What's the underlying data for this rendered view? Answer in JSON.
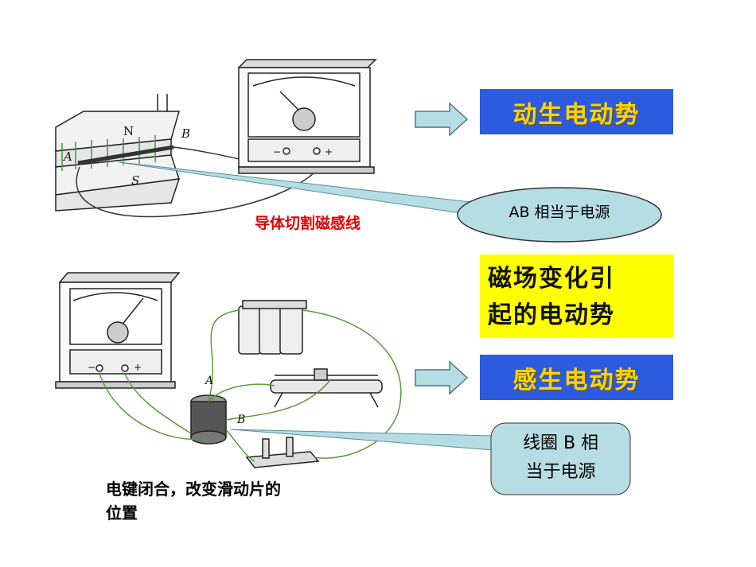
{
  "top_section": {
    "box_label": "动生电动势",
    "caption": "导体切割磁感线",
    "callout": "AB 相当于电源",
    "magnet_n": "N",
    "magnet_s": "S",
    "point_a": "A",
    "point_b": "B",
    "meter_minus": "−",
    "meter_plus": "+"
  },
  "middle_box": {
    "line1": "磁场变化引",
    "line2": "起的电动势"
  },
  "bottom_section": {
    "box_label": "感生电动势",
    "caption_line1": "电键闭合，改变滑动片的",
    "caption_line2": "位置",
    "callout_line1": "线圈 B 相",
    "callout_line2": "当于电源",
    "point_a": "A",
    "point_b": "B",
    "meter_minus": "−",
    "meter_plus": "+"
  },
  "colors": {
    "blue_box": "#2d5be0",
    "yellow_text": "#ffd400",
    "yellow_box": "#ffff00",
    "callout_fill": "#b7dde4",
    "arrow_fill": "#b7dde4",
    "red_caption": "#e30000",
    "wire_green": "#5a9a3a"
  }
}
